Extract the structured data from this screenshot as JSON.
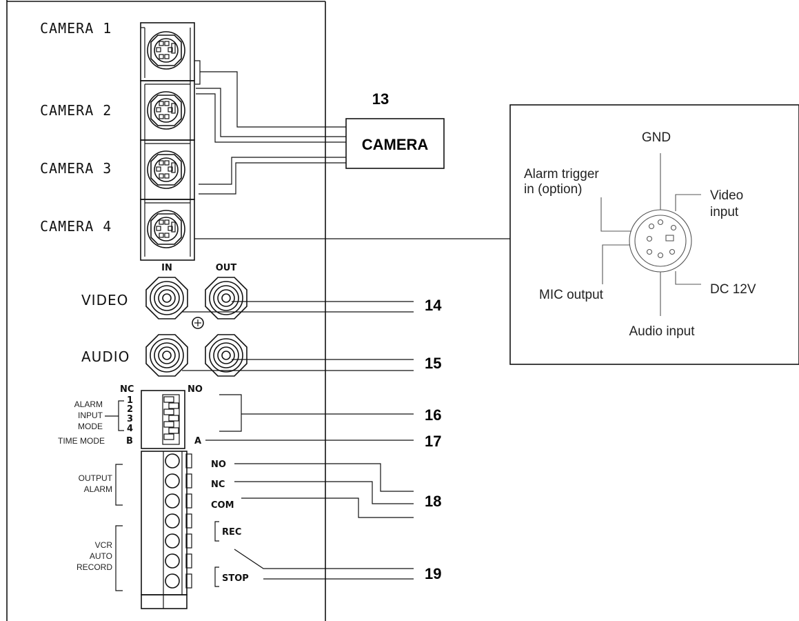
{
  "cameras": [
    {
      "label": "CAMERA 1"
    },
    {
      "label": "CAMERA 2"
    },
    {
      "label": "CAMERA 3"
    },
    {
      "label": "CAMERA 4"
    }
  ],
  "av_panel": {
    "in_label": "IN",
    "out_label": "OUT",
    "video_label": "VIDEO",
    "audio_label": "AUDIO"
  },
  "dip": {
    "nc_label": "NC",
    "no_label": "NO",
    "numbers": [
      "1",
      "2",
      "3",
      "4"
    ],
    "b_label": "B",
    "a_label": "A",
    "alarm_input_mode_lines": [
      "ALARM",
      "INPUT",
      "MODE"
    ],
    "time_mode_label": "TIME MODE"
  },
  "terminal": {
    "output_alarm_lines": [
      "OUTPUT",
      "ALARM"
    ],
    "vcr_lines": [
      "VCR",
      "AUTO",
      "RECORD"
    ],
    "no_label": "NO",
    "nc_label": "NC",
    "com_label": "COM",
    "rec_label": "REC",
    "stop_label": "STOP"
  },
  "callouts": {
    "n13": "13",
    "n14": "14",
    "n15": "15",
    "n16": "16",
    "n17": "17",
    "n18": "18",
    "n19": "19"
  },
  "camera_box": {
    "label": "CAMERA"
  },
  "pinout": {
    "gnd": "GND",
    "alarm_line1": "Alarm trigger",
    "alarm_line2": "in (option)",
    "video_line1": "Video",
    "video_line2": "input",
    "mic": "MIC output",
    "dc": "DC 12V",
    "audio": "Audio input"
  }
}
